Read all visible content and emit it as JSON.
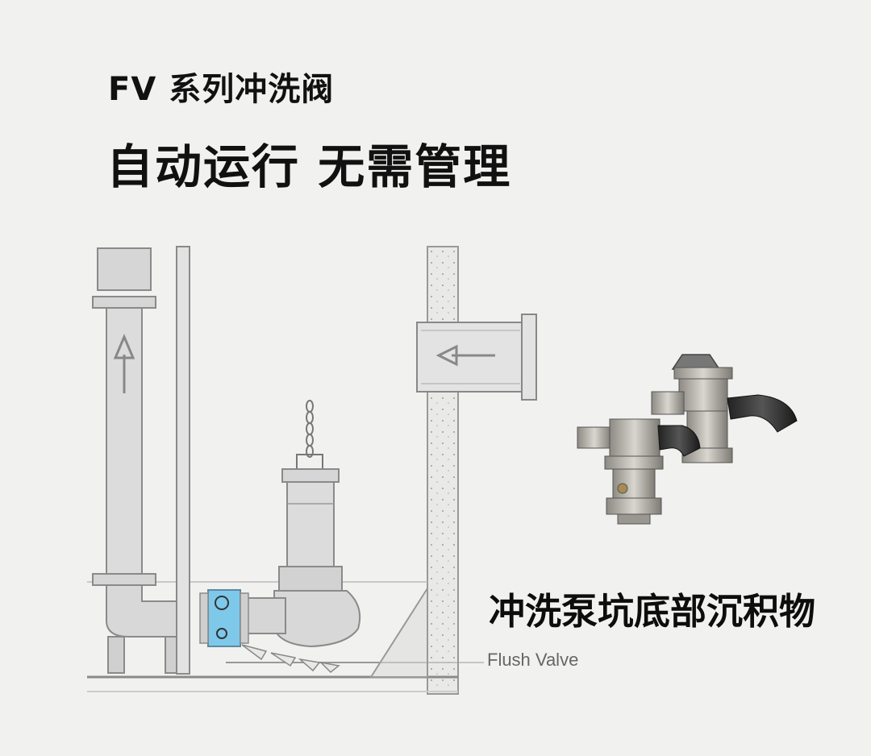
{
  "header": {
    "title": "FV 系列冲洗阀",
    "subtitle": "自动运行  无需管理"
  },
  "diagram": {
    "caption": "冲洗泵坑底部沉积物",
    "valve_label": "Flush Valve",
    "colors": {
      "line": "#8a8a8a",
      "fill": "#d6d6d6",
      "valve_highlight": "#7ec8ea",
      "background": "#f1f1ef"
    }
  }
}
